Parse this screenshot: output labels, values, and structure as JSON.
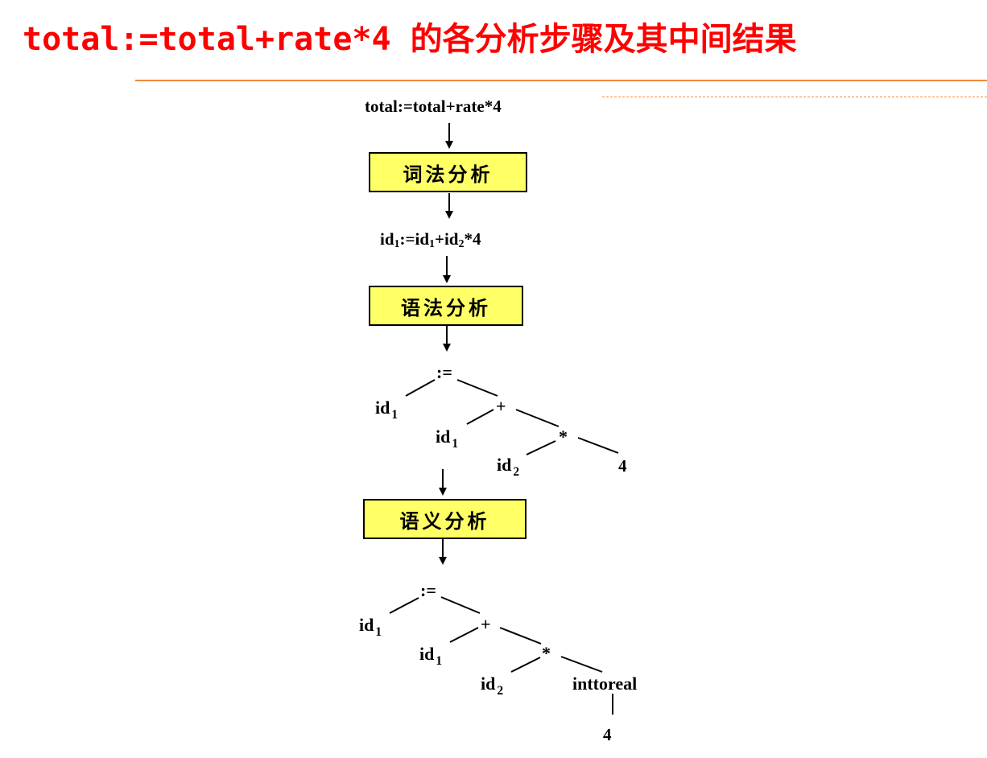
{
  "title": "total:=total+rate*4 的各分析步骤及其中间结果",
  "source_text": "total:=total+rate*4",
  "stages": {
    "lexical": "词法分析",
    "syntax": "语法分析",
    "semantic": "语义分析"
  },
  "tokens": {
    "id": "id",
    "sub1": "1",
    "sub2": "2",
    "assign_op": ":=",
    "plus_op": "+",
    "times_op": "*",
    "const": "4"
  },
  "tree": {
    "assign": ":=",
    "plus": "+",
    "times": "*",
    "id": "id",
    "sub1": "1",
    "sub2": "2",
    "const": "4",
    "conversion": "inttoreal"
  }
}
